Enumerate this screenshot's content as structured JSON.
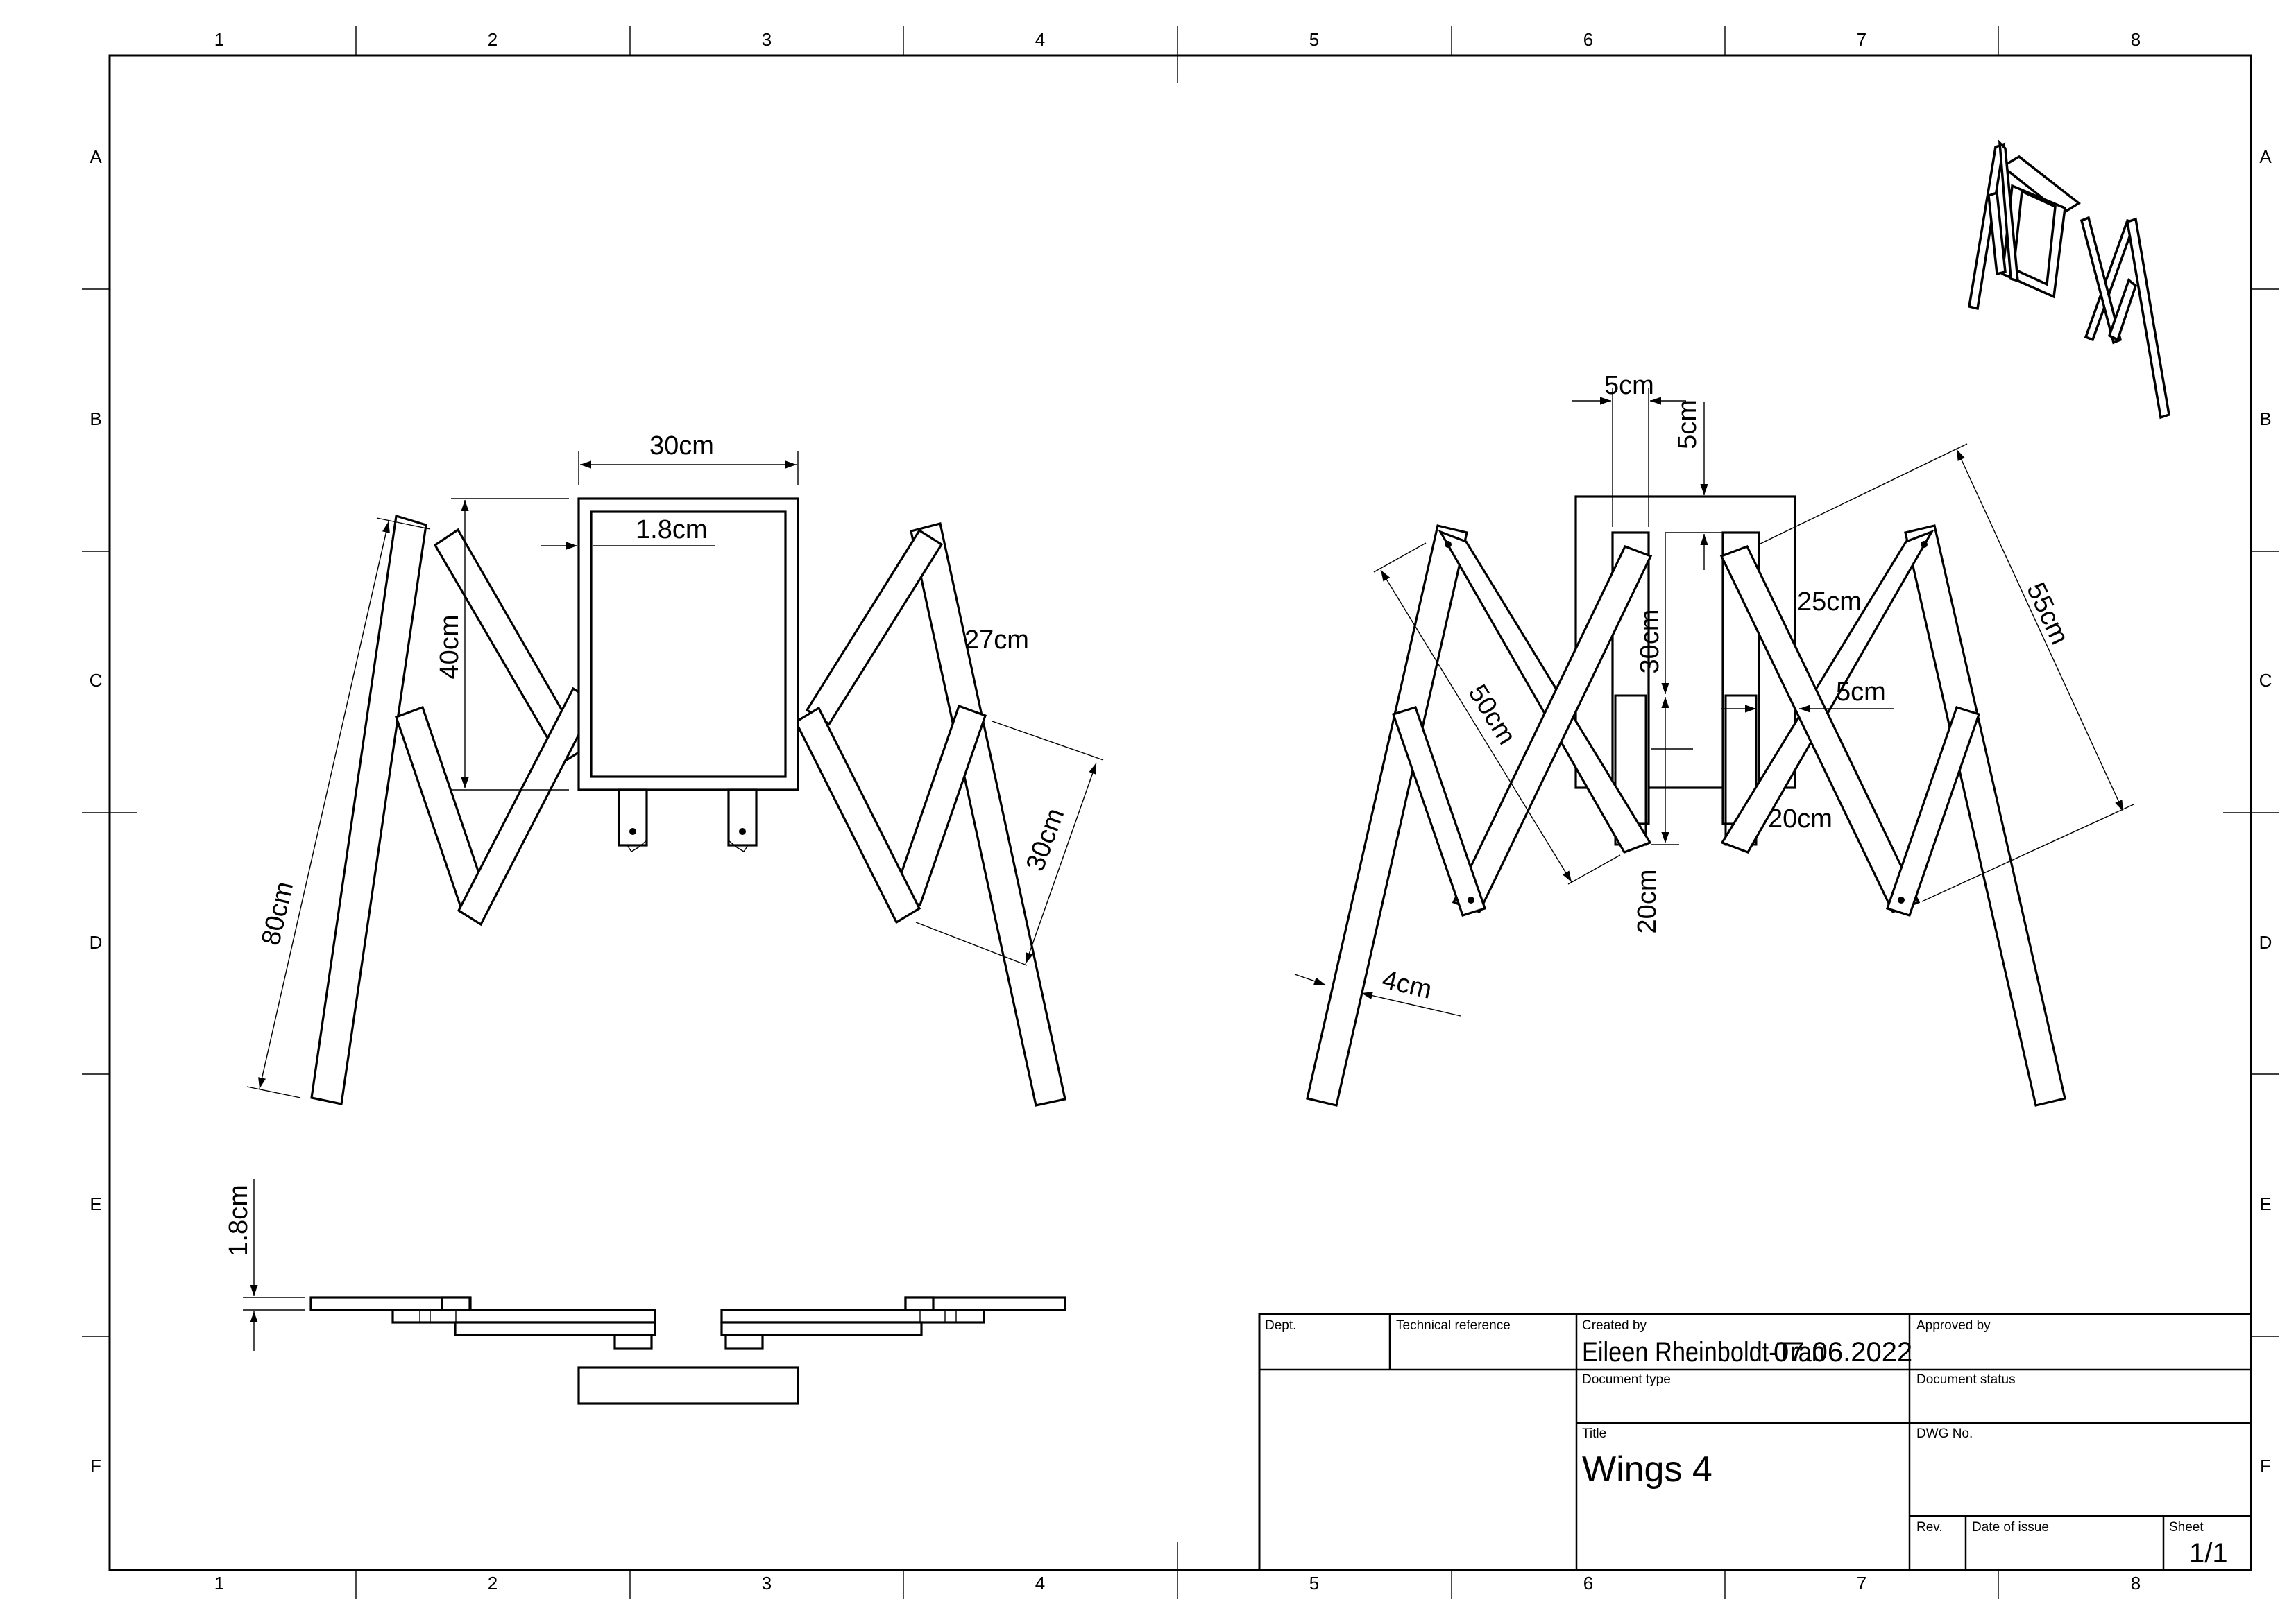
{
  "grid": {
    "columns": [
      "1",
      "2",
      "3",
      "4",
      "5",
      "6",
      "7",
      "8"
    ],
    "rows": [
      "A",
      "B",
      "C",
      "D",
      "E",
      "F"
    ]
  },
  "views": {
    "front": {
      "dimensions": {
        "top_width": "30cm",
        "inner_thickness": "1.8cm",
        "frame_height": "40cm",
        "arm_length": "27cm",
        "wing_span": "30cm",
        "overall_length": "80cm"
      }
    },
    "back": {
      "dimensions": {
        "slot_width": "5cm",
        "slot_depth": "5cm",
        "slot_length": "30cm",
        "arm_offset": "25cm",
        "gap": "5cm",
        "lower_offset": "20cm",
        "bottom_length": "20cm",
        "leg_length": "50cm",
        "wing_length": "55cm",
        "bar_width": "4cm"
      }
    },
    "top": {
      "dimensions": {
        "thickness": "1.8cm"
      }
    }
  },
  "title_block": {
    "dept_label": "Dept.",
    "tech_ref_label": "Technical reference",
    "created_by_label": "Created by",
    "created_by_value": "Eileen Rheinboldt-Tran",
    "created_date": "07.06.2022",
    "approved_by_label": "Approved by",
    "doc_type_label": "Document type",
    "doc_status_label": "Document status",
    "title_label": "Title",
    "title_value": "Wings 4",
    "dwg_no_label": "DWG No.",
    "rev_label": "Rev.",
    "date_issue_label": "Date of issue",
    "sheet_label": "Sheet",
    "sheet_value": "1/1"
  }
}
